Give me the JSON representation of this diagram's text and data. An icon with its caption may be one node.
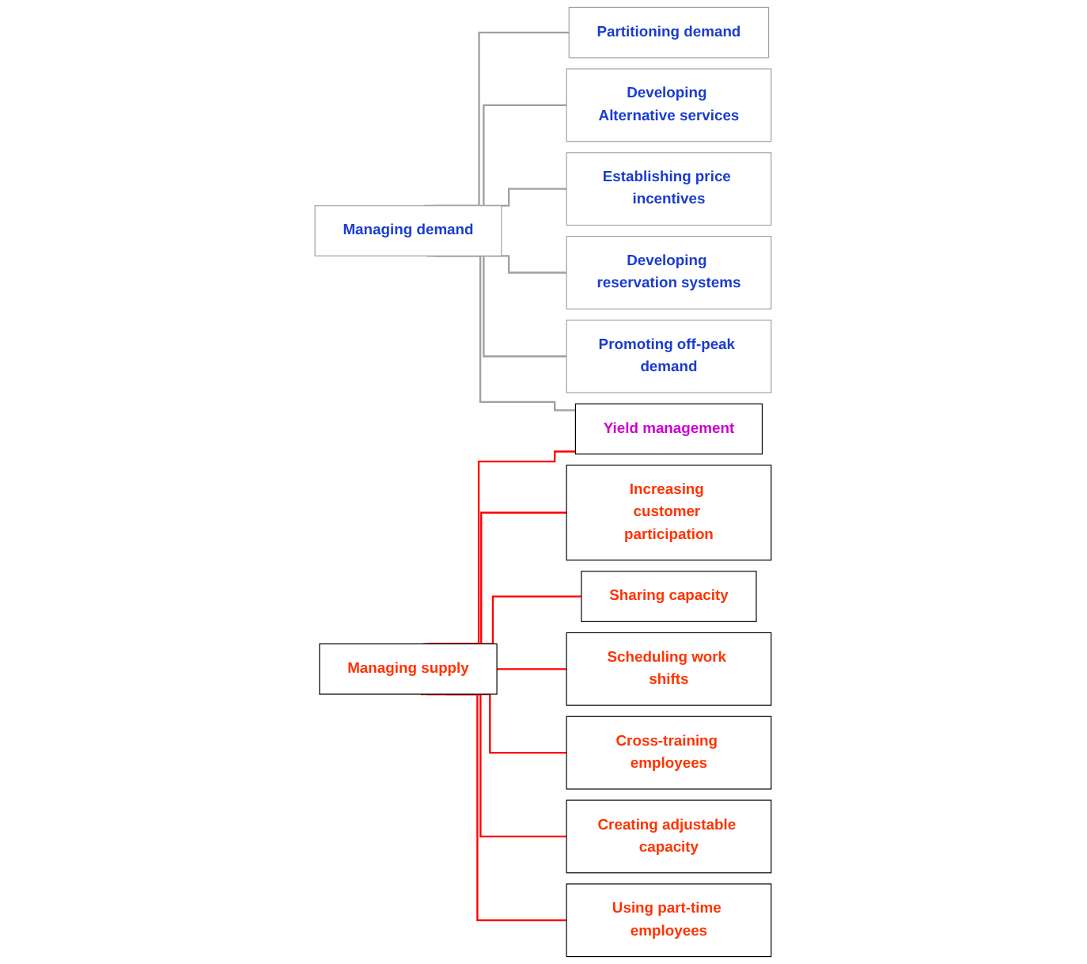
{
  "diagram": {
    "nodes": [
      {
        "text": [
          "Managing demand"
        ]
      },
      {
        "text": [
          "Managing supply"
        ]
      },
      {
        "text": [
          "Partitioning demand"
        ]
      },
      {
        "text": [
          "Increasing customer participation"
        ]
      },
      {
        "text": [
          "Developing Alternative services"
        ]
      },
      {
        "text": [
          "Sharing capacity"
        ]
      },
      {
        "text": [
          "Establishing price incentives"
        ]
      },
      {
        "text": [
          "Scheduling work shifts"
        ]
      },
      {
        "text": [
          "Developing reservation systems"
        ]
      },
      {
        "text": [
          "Cross-training employees"
        ]
      },
      {
        "text": [
          "Promoting off-peak demand"
        ]
      },
      {
        "text": [
          "Creating adjustable capacity"
        ]
      },
      {
        "text": [
          "Using part-time employees"
        ]
      },
      {
        "text": [
          "Yield management"
        ]
      }
    ],
    "edges": [
      {
        "from": 0,
        "to": 2,
        "arrow": "none",
        "color": "#a0a0a0"
      },
      {
        "from": 0,
        "to": 4,
        "arrow": "none",
        "color": "#a0a0a0"
      },
      {
        "from": 0,
        "to": 6,
        "arrow": "none",
        "color": "#a0a0a0"
      },
      {
        "from": 0,
        "to": 8,
        "arrow": "none",
        "color": "#a0a0a0"
      },
      {
        "from": 0,
        "to": 10,
        "arrow": "none",
        "color": "#a0a0a0"
      },
      {
        "from": 0,
        "to": 13,
        "arrow": "none",
        "color": "#a0a0a0"
      },
      {
        "from": 1,
        "to": 3,
        "arrow": "none"
      },
      {
        "from": 1,
        "to": 5,
        "arrow": "none"
      },
      {
        "from": 1,
        "to": 7,
        "arrow": "none"
      },
      {
        "from": 1,
        "to": 9,
        "arrow": "none"
      },
      {
        "from": 1,
        "to": 11,
        "arrow": "none"
      },
      {
        "from": 1,
        "to": 12,
        "arrow": "none"
      },
      {
        "from": 1,
        "to": 13,
        "arrow": "none"
      }
    ]
  }
}
